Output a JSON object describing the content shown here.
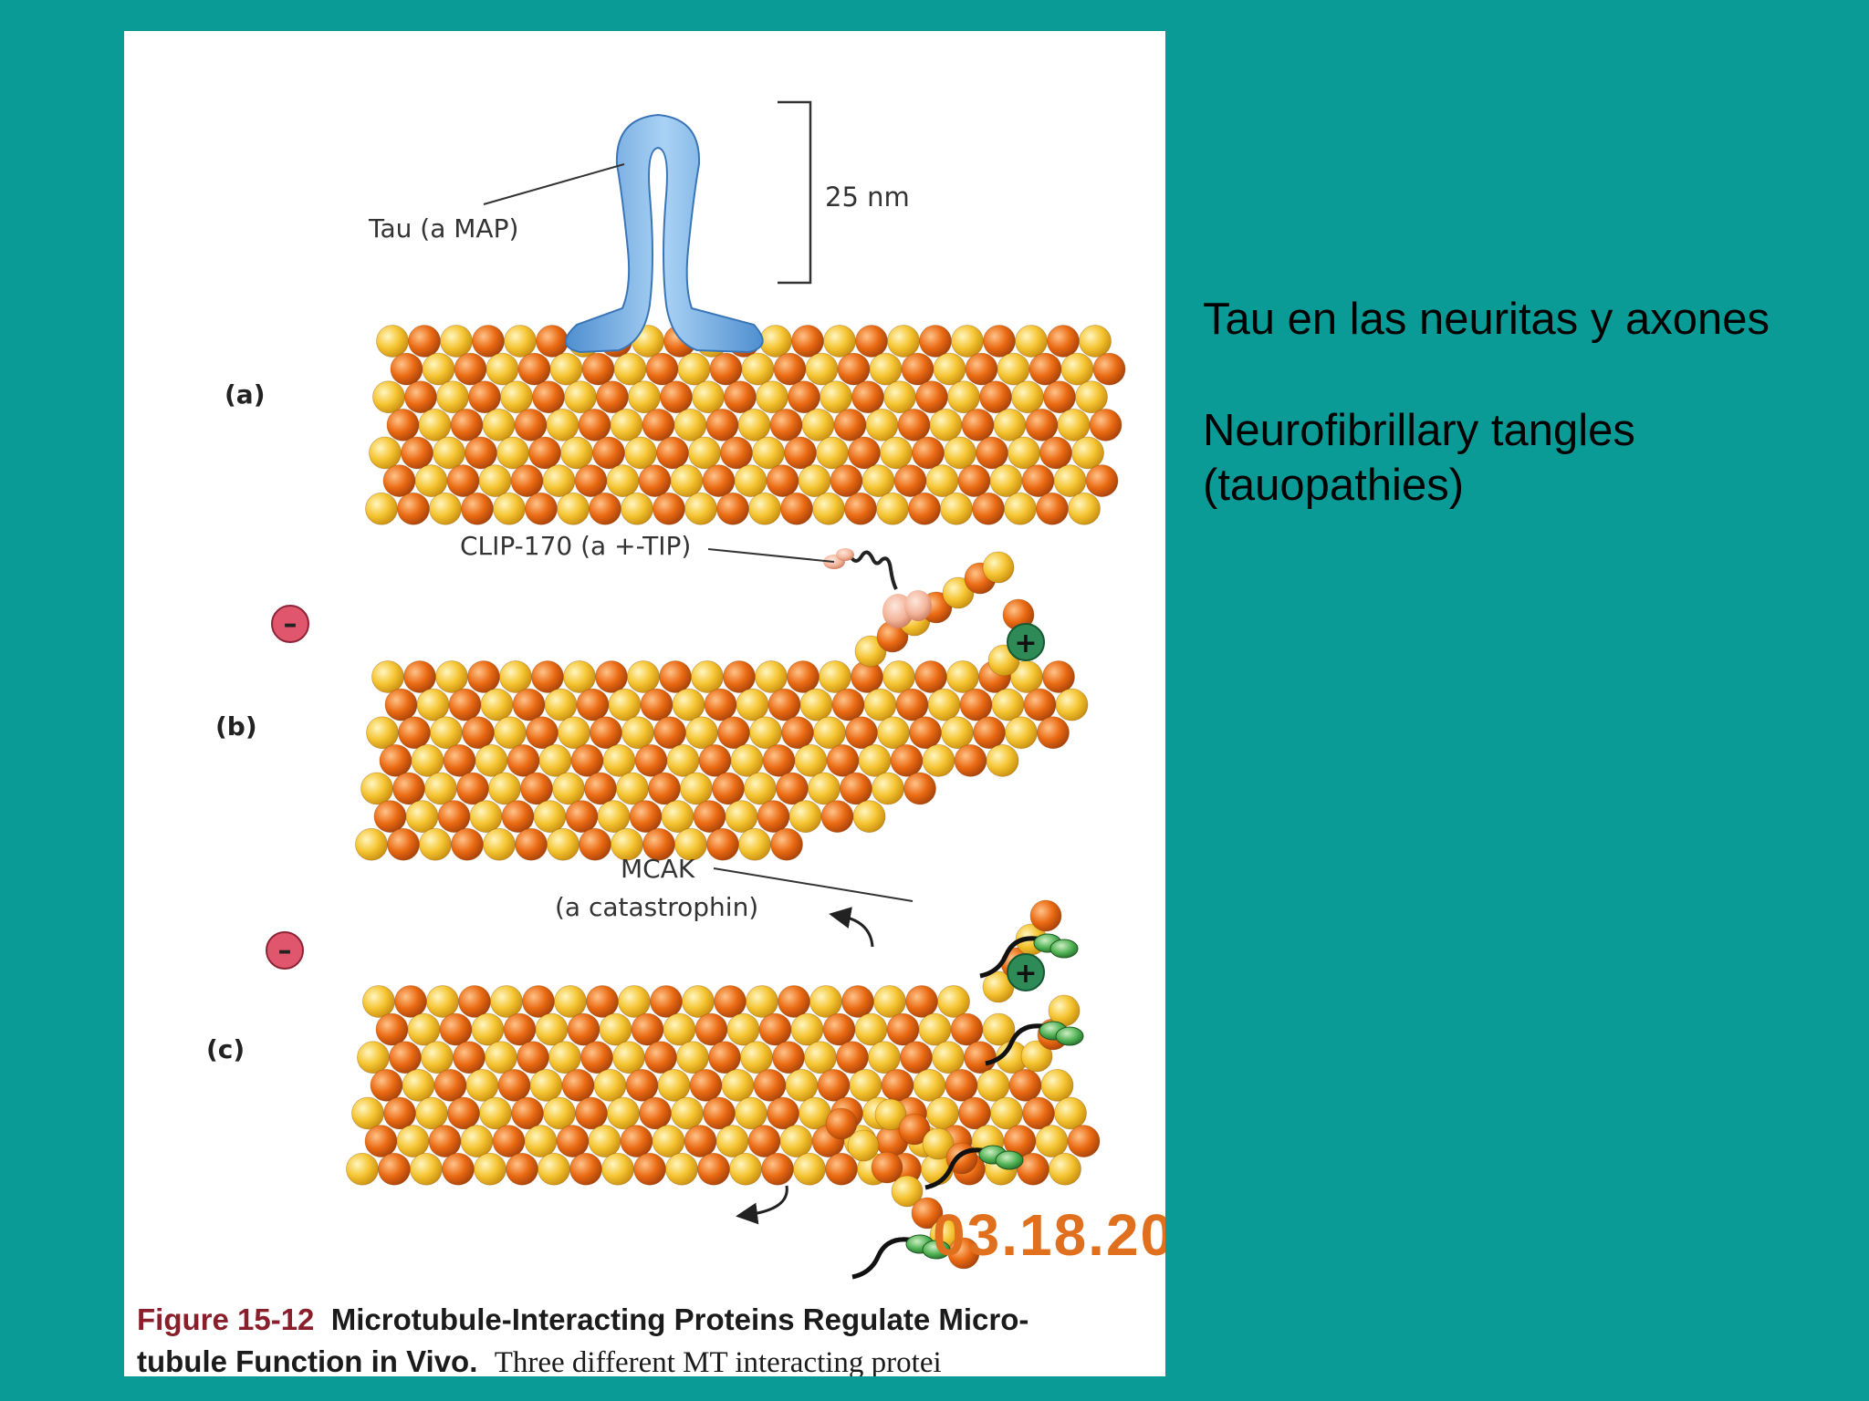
{
  "figure": {
    "panel_a": {
      "label": "(a)",
      "protein_label": "Tau (a MAP)",
      "scale_label": "25 nm"
    },
    "panel_b": {
      "label": "(b)",
      "protein_label": "CLIP-170 (a +-TIP)",
      "minus_end": "–",
      "plus_end": "+"
    },
    "panel_c": {
      "label": "(c)",
      "protein_label_line1": "MCAK",
      "protein_label_line2": "(a catastrophin)",
      "minus_end": "–",
      "plus_end": "+"
    },
    "date_stamp": "03.18.20",
    "caption": {
      "figure_number": "Figure 15-12",
      "title_line1": "Microtubule-Interacting Proteins Regulate Micro-",
      "title_line2": "tubule Function in Vivo.",
      "body_fragment": "Three different MT interacting protei"
    },
    "colors": {
      "tubulin_yellow": "#f5c431",
      "tubulin_orange": "#ea6a12",
      "tau_blue": "#7fb7e8",
      "clip_pink": "#f3b49a",
      "mcak_green": "#4caf50",
      "minus_badge": "#e0566c",
      "plus_badge": "#2e8b57"
    }
  },
  "notes": {
    "line1": "Tau en las neuritas y axones",
    "line2": "Neurofibrillary tangles",
    "line3": "(tauopathies)"
  }
}
